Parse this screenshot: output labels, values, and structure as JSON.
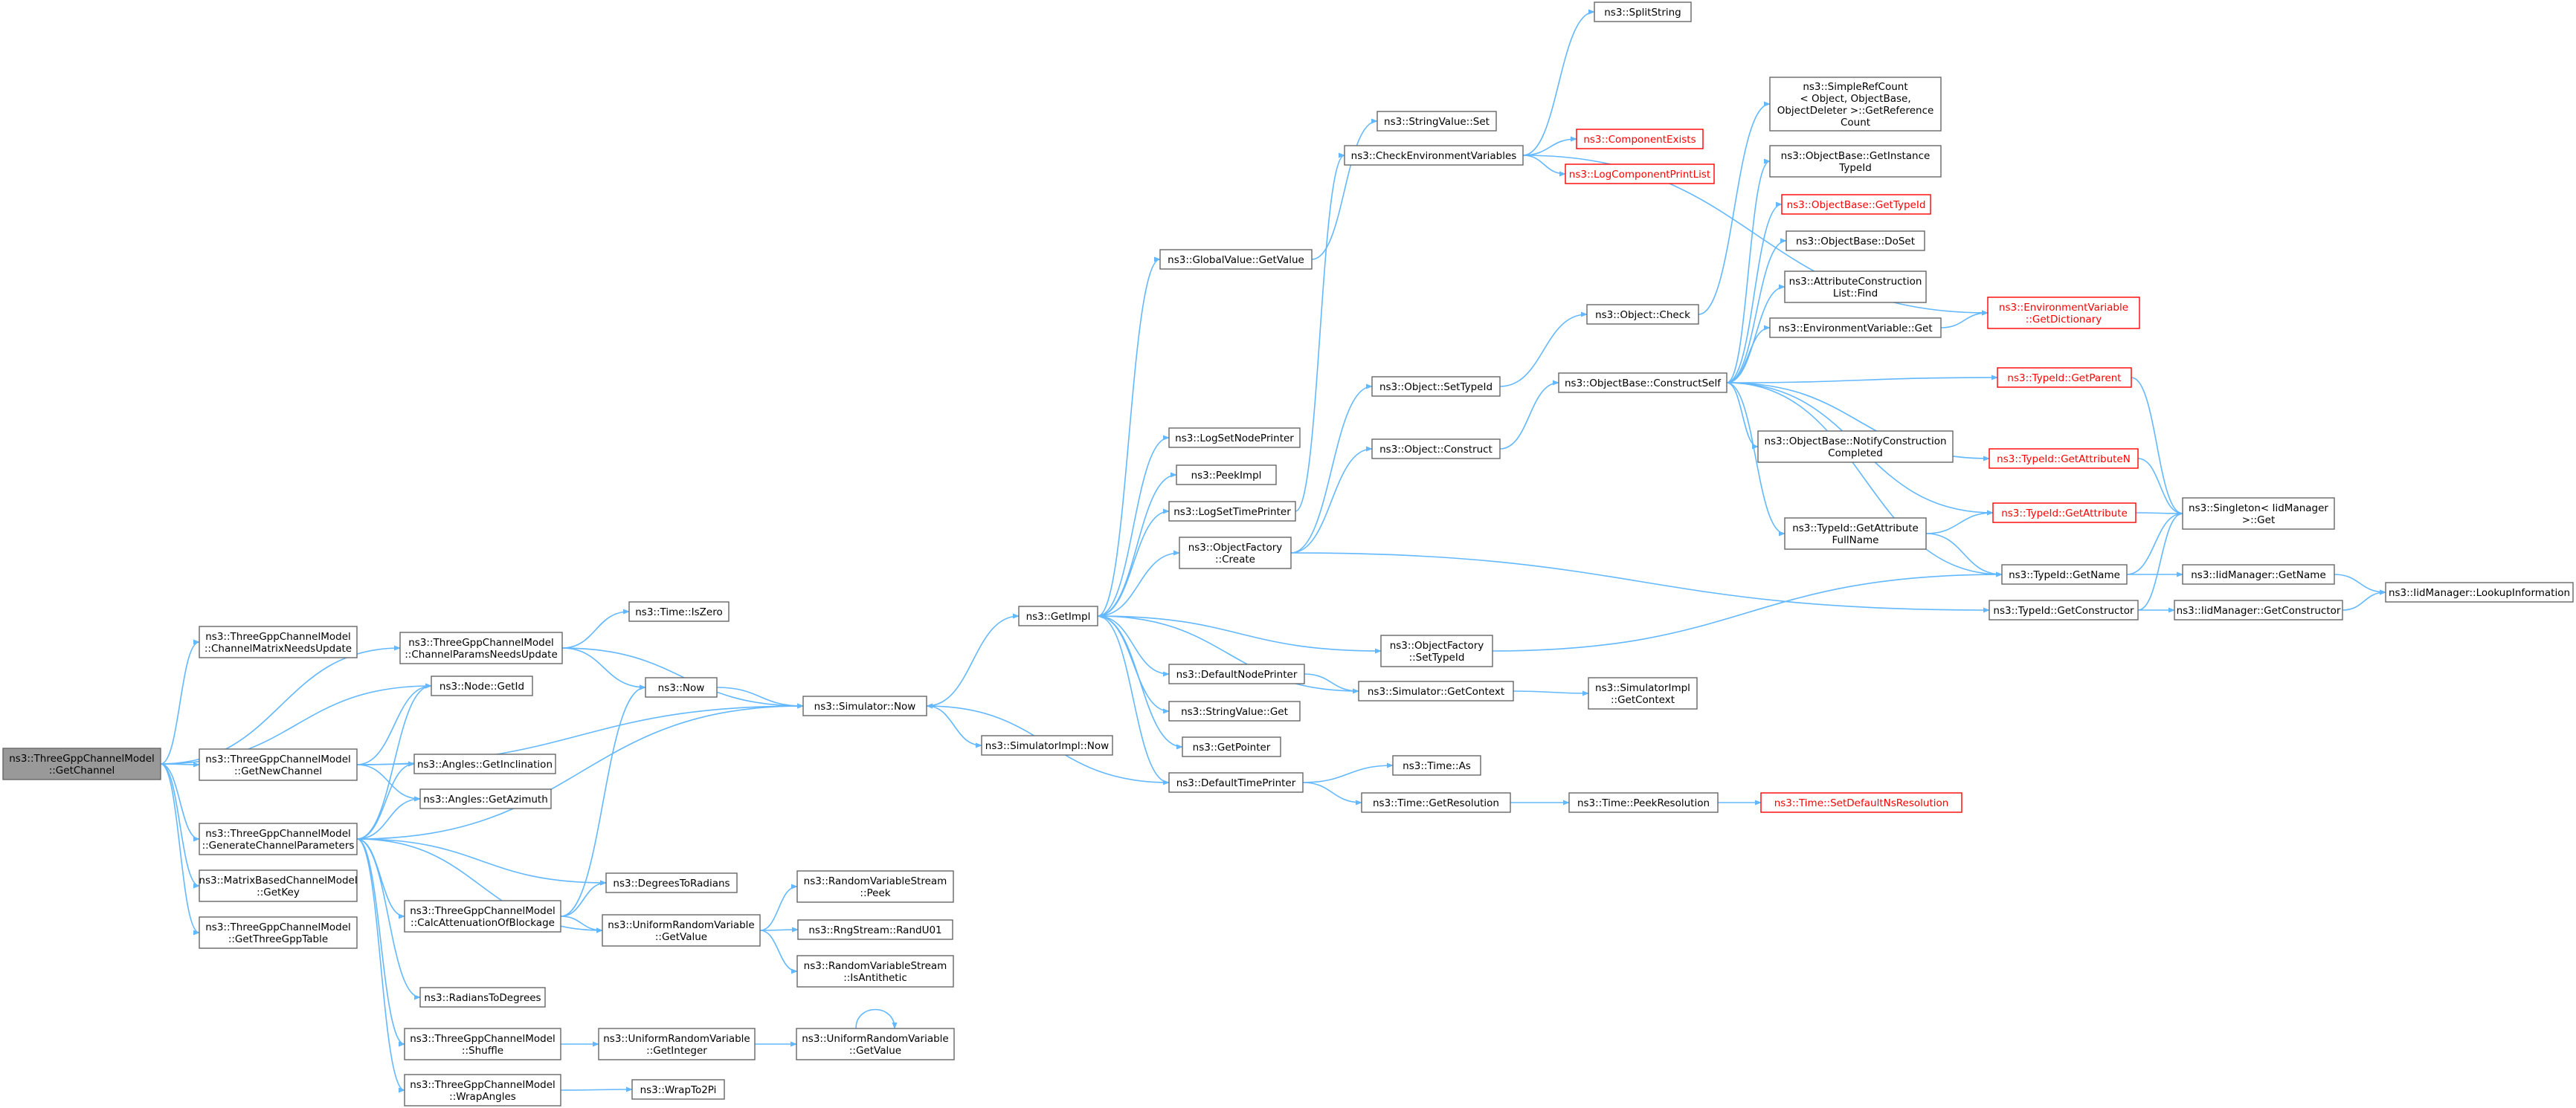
{
  "diagram": {
    "root": "GetChannel",
    "colors": {
      "edge": "#63b8ff",
      "node_border": "#666666",
      "root_fill": "#999999",
      "warning_border": "#ff0000",
      "warning_text": "#ff0000"
    },
    "nodes": {
      "GetChannel": {
        "lines": [
          "ns3::ThreeGppChannelModel",
          "::GetChannel"
        ],
        "style": "root"
      },
      "ChannelMatrixNeedsUpdate": {
        "lines": [
          "ns3::ThreeGppChannelModel",
          "::ChannelMatrixNeedsUpdate"
        ]
      },
      "ChannelParamsNeedsUpdate": {
        "lines": [
          "ns3::ThreeGppChannelModel",
          "::ChannelParamsNeedsUpdate"
        ]
      },
      "NodeGetId": {
        "lines": [
          "ns3::Node::GetId"
        ]
      },
      "GetNewChannel": {
        "lines": [
          "ns3::ThreeGppChannelModel",
          "::GetNewChannel"
        ]
      },
      "GetInclination": {
        "lines": [
          "ns3::Angles::GetInclination"
        ]
      },
      "GetAzimuth": {
        "lines": [
          "ns3::Angles::GetAzimuth"
        ]
      },
      "GenerateChannelParameters": {
        "lines": [
          "ns3::ThreeGppChannelModel",
          "::GenerateChannelParameters"
        ]
      },
      "MatrixGetKey": {
        "lines": [
          "ns3::MatrixBasedChannelModel",
          "::GetKey"
        ]
      },
      "GetThreeGppTable": {
        "lines": [
          "ns3::ThreeGppChannelModel",
          "::GetThreeGppTable"
        ]
      },
      "TimeIsZero": {
        "lines": [
          "ns3::Time::IsZero"
        ]
      },
      "Now": {
        "lines": [
          "ns3::Now"
        ]
      },
      "SimulatorNow": {
        "lines": [
          "ns3::Simulator::Now"
        ]
      },
      "SimulatorImplNow": {
        "lines": [
          "ns3::SimulatorImpl::Now"
        ]
      },
      "DegreesToRadians": {
        "lines": [
          "ns3::DegreesToRadians"
        ]
      },
      "CalcAttenuationOfBlockage": {
        "lines": [
          "ns3::ThreeGppChannelModel",
          "::CalcAttenuationOfBlockage"
        ]
      },
      "URVGetValue": {
        "lines": [
          "ns3::UniformRandomVariable",
          "::GetValue"
        ]
      },
      "RVSPeek": {
        "lines": [
          "ns3::RandomVariableStream",
          "::Peek"
        ]
      },
      "RandU01": {
        "lines": [
          "ns3::RngStream::RandU01"
        ]
      },
      "IsAntithetic": {
        "lines": [
          "ns3::RandomVariableStream",
          "::IsAntithetic"
        ]
      },
      "RadiansToDegrees": {
        "lines": [
          "ns3::RadiansToDegrees"
        ]
      },
      "Shuffle": {
        "lines": [
          "ns3::ThreeGppChannelModel",
          "::Shuffle"
        ]
      },
      "URVGetInteger": {
        "lines": [
          "ns3::UniformRandomVariable",
          "::GetInteger"
        ]
      },
      "URVGetValue2": {
        "lines": [
          "ns3::UniformRandomVariable",
          "::GetValue"
        ]
      },
      "WrapAngles": {
        "lines": [
          "ns3::ThreeGppChannelModel",
          "::WrapAngles"
        ]
      },
      "WrapTo2Pi": {
        "lines": [
          "ns3::WrapTo2Pi"
        ]
      },
      "GetImpl": {
        "lines": [
          "ns3::GetImpl"
        ]
      },
      "GlobalValueGetValue": {
        "lines": [
          "ns3::GlobalValue::GetValue"
        ]
      },
      "LogSetNodePrinter": {
        "lines": [
          "ns3::LogSetNodePrinter"
        ]
      },
      "PeekImpl": {
        "lines": [
          "ns3::PeekImpl"
        ]
      },
      "LogSetTimePrinter": {
        "lines": [
          "ns3::LogSetTimePrinter"
        ]
      },
      "ObjectFactoryCreate": {
        "lines": [
          "ns3::ObjectFactory",
          "::Create"
        ]
      },
      "ObjectFactorySetTypeId": {
        "lines": [
          "ns3::ObjectFactory",
          "::SetTypeId"
        ]
      },
      "DefaultNodePrinter": {
        "lines": [
          "ns3::DefaultNodePrinter"
        ]
      },
      "StringValueGet": {
        "lines": [
          "ns3::StringValue::Get"
        ]
      },
      "GetPointer": {
        "lines": [
          "ns3::GetPointer"
        ]
      },
      "DefaultTimePrinter": {
        "lines": [
          "ns3::DefaultTimePrinter"
        ]
      },
      "StringValueSet": {
        "lines": [
          "ns3::StringValue::Set"
        ]
      },
      "CheckEnvironmentVariables": {
        "lines": [
          "ns3::CheckEnvironmentVariables"
        ]
      },
      "ObjectSetTypeId": {
        "lines": [
          "ns3::Object::SetTypeId"
        ]
      },
      "ObjectConstruct": {
        "lines": [
          "ns3::Object::Construct"
        ]
      },
      "SimulatorGetContext": {
        "lines": [
          "ns3::Simulator::GetContext"
        ]
      },
      "TimeAs": {
        "lines": [
          "ns3::Time::As"
        ]
      },
      "TimeGetResolution": {
        "lines": [
          "ns3::Time::GetResolution"
        ]
      },
      "SplitString": {
        "lines": [
          "ns3::SplitString"
        ]
      },
      "ComponentExists": {
        "lines": [
          "ns3::ComponentExists"
        ],
        "style": "warning"
      },
      "LogComponentPrintList": {
        "lines": [
          "ns3::LogComponentPrintList"
        ],
        "style": "warning"
      },
      "ObjectCheck": {
        "lines": [
          "ns3::Object::Check"
        ]
      },
      "ConstructSelf": {
        "lines": [
          "ns3::ObjectBase::ConstructSelf"
        ]
      },
      "SimulatorImplGetContext": {
        "lines": [
          "ns3::SimulatorImpl",
          "::GetContext"
        ]
      },
      "TimePeekResolution": {
        "lines": [
          "ns3::Time::PeekResolution"
        ]
      },
      "SetDefaultNsResolution": {
        "lines": [
          "ns3::Time::SetDefaultNsResolution"
        ],
        "style": "warning"
      },
      "SimpleRefCount": {
        "lines": [
          "ns3::SimpleRefCount",
          "< Object, ObjectBase,",
          "ObjectDeleter >::GetReference",
          "Count"
        ]
      },
      "GetInstanceTypeId": {
        "lines": [
          "ns3::ObjectBase::GetInstance",
          "TypeId"
        ]
      },
      "ObjectBaseGetTypeId": {
        "lines": [
          "ns3::ObjectBase::GetTypeId"
        ],
        "style": "warning"
      },
      "ObjectBaseDoSet": {
        "lines": [
          "ns3::ObjectBase::DoSet"
        ]
      },
      "AttributeConstructionListFind": {
        "lines": [
          "ns3::AttributeConstruction",
          "List::Find"
        ]
      },
      "EnvironmentVariableGet": {
        "lines": [
          "ns3::EnvironmentVariable::Get"
        ]
      },
      "NotifyConstructionCompleted": {
        "lines": [
          "ns3::ObjectBase::NotifyConstruction",
          "Completed"
        ]
      },
      "GetAttributeFullName": {
        "lines": [
          "ns3::TypeId::GetAttribute",
          "FullName"
        ]
      },
      "TypeIdGetParent": {
        "lines": [
          "ns3::TypeId::GetParent"
        ],
        "style": "warning"
      },
      "TypeIdGetAttributeN": {
        "lines": [
          "ns3::TypeId::GetAttributeN"
        ],
        "style": "warning"
      },
      "TypeIdGetAttribute": {
        "lines": [
          "ns3::TypeId::GetAttribute"
        ],
        "style": "warning"
      },
      "TypeIdGetName": {
        "lines": [
          "ns3::TypeId::GetName"
        ]
      },
      "TypeIdGetConstructor": {
        "lines": [
          "ns3::TypeId::GetConstructor"
        ]
      },
      "EnvVarGetDictionary": {
        "lines": [
          "ns3::EnvironmentVariable",
          "::GetDictionary"
        ],
        "style": "warning"
      },
      "SingletonGet": {
        "lines": [
          "ns3::Singleton< IidManager",
          " >::Get"
        ]
      },
      "IidManagerGetName": {
        "lines": [
          "ns3::IidManager::GetName"
        ]
      },
      "IidManagerGetConstructor": {
        "lines": [
          "ns3::IidManager::GetConstructor"
        ]
      },
      "LookupInformation": {
        "lines": [
          "ns3::IidManager::LookupInformation"
        ]
      }
    },
    "edges": [
      [
        "GetChannel",
        "ChannelMatrixNeedsUpdate"
      ],
      [
        "GetChannel",
        "ChannelParamsNeedsUpdate"
      ],
      [
        "GetChannel",
        "NodeGetId"
      ],
      [
        "GetChannel",
        "GetNewChannel"
      ],
      [
        "GetChannel",
        "GenerateChannelParameters"
      ],
      [
        "GetChannel",
        "MatrixGetKey"
      ],
      [
        "GetChannel",
        "GetThreeGppTable"
      ],
      [
        "ChannelParamsNeedsUpdate",
        "TimeIsZero"
      ],
      [
        "ChannelParamsNeedsUpdate",
        "Now"
      ],
      [
        "ChannelParamsNeedsUpdate",
        "SimulatorNow"
      ],
      [
        "GetNewChannel",
        "NodeGetId"
      ],
      [
        "GetNewChannel",
        "SimulatorNow"
      ],
      [
        "GetNewChannel",
        "GetInclination"
      ],
      [
        "GetNewChannel",
        "GetAzimuth"
      ],
      [
        "GenerateChannelParameters",
        "NodeGetId"
      ],
      [
        "GenerateChannelParameters",
        "GetInclination"
      ],
      [
        "GenerateChannelParameters",
        "GetAzimuth"
      ],
      [
        "GenerateChannelParameters",
        "SimulatorNow"
      ],
      [
        "GenerateChannelParameters",
        "DegreesToRadians"
      ],
      [
        "GenerateChannelParameters",
        "CalcAttenuationOfBlockage"
      ],
      [
        "GenerateChannelParameters",
        "URVGetValue"
      ],
      [
        "GenerateChannelParameters",
        "RadiansToDegrees"
      ],
      [
        "GenerateChannelParameters",
        "Shuffle"
      ],
      [
        "GenerateChannelParameters",
        "WrapAngles"
      ],
      [
        "CalcAttenuationOfBlockage",
        "Now"
      ],
      [
        "CalcAttenuationOfBlockage",
        "DegreesToRadians"
      ],
      [
        "CalcAttenuationOfBlockage",
        "URVGetValue"
      ],
      [
        "URVGetValue",
        "RVSPeek"
      ],
      [
        "URVGetValue",
        "RandU01"
      ],
      [
        "URVGetValue",
        "IsAntithetic"
      ],
      [
        "Shuffle",
        "URVGetInteger"
      ],
      [
        "URVGetInteger",
        "URVGetValue2"
      ],
      [
        "URVGetValue2",
        "URVGetValue2"
      ],
      [
        "WrapAngles",
        "WrapTo2Pi"
      ],
      [
        "Now",
        "SimulatorNow"
      ],
      [
        "SimulatorNow",
        "GetImpl"
      ],
      [
        "SimulatorNow",
        "SimulatorImplNow"
      ],
      [
        "GetImpl",
        "GlobalValueGetValue"
      ],
      [
        "GetImpl",
        "LogSetNodePrinter"
      ],
      [
        "GetImpl",
        "PeekImpl"
      ],
      [
        "GetImpl",
        "LogSetTimePrinter"
      ],
      [
        "GetImpl",
        "ObjectFactoryCreate"
      ],
      [
        "GetImpl",
        "ObjectFactorySetTypeId"
      ],
      [
        "GetImpl",
        "DefaultNodePrinter"
      ],
      [
        "GetImpl",
        "StringValueGet"
      ],
      [
        "GetImpl",
        "GetPointer"
      ],
      [
        "GetImpl",
        "DefaultTimePrinter"
      ],
      [
        "GlobalValueGetValue",
        "StringValueSet"
      ],
      [
        "LogSetTimePrinter",
        "CheckEnvironmentVariables"
      ],
      [
        "ObjectFactoryCreate",
        "ObjectSetTypeId"
      ],
      [
        "ObjectFactoryCreate",
        "ObjectConstruct"
      ],
      [
        "ObjectFactoryCreate",
        "TypeIdGetConstructor"
      ],
      [
        "ObjectFactorySetTypeId",
        "TypeIdGetName"
      ],
      [
        "DefaultNodePrinter",
        "SimulatorGetContext"
      ],
      [
        "DefaultTimePrinter",
        "SimulatorNow"
      ],
      [
        "DefaultTimePrinter",
        "TimeAs"
      ],
      [
        "DefaultTimePrinter",
        "TimeGetResolution"
      ],
      [
        "CheckEnvironmentVariables",
        "SplitString"
      ],
      [
        "CheckEnvironmentVariables",
        "ComponentExists"
      ],
      [
        "CheckEnvironmentVariables",
        "LogComponentPrintList"
      ],
      [
        "CheckEnvironmentVariables",
        "EnvVarGetDictionary"
      ],
      [
        "ObjectSetTypeId",
        "ObjectCheck"
      ],
      [
        "ObjectConstruct",
        "ConstructSelf"
      ],
      [
        "SimulatorGetContext",
        "GetImpl"
      ],
      [
        "SimulatorGetContext",
        "SimulatorImplGetContext"
      ],
      [
        "TimeGetResolution",
        "TimePeekResolution"
      ],
      [
        "TimePeekResolution",
        "SetDefaultNsResolution"
      ],
      [
        "ObjectCheck",
        "SimpleRefCount"
      ],
      [
        "ConstructSelf",
        "GetInstanceTypeId"
      ],
      [
        "ConstructSelf",
        "ObjectBaseGetTypeId"
      ],
      [
        "ConstructSelf",
        "ObjectBaseDoSet"
      ],
      [
        "ConstructSelf",
        "AttributeConstructionListFind"
      ],
      [
        "ConstructSelf",
        "EnvironmentVariableGet"
      ],
      [
        "ConstructSelf",
        "TypeIdGetParent"
      ],
      [
        "ConstructSelf",
        "NotifyConstructionCompleted"
      ],
      [
        "ConstructSelf",
        "TypeIdGetAttributeN"
      ],
      [
        "ConstructSelf",
        "GetAttributeFullName"
      ],
      [
        "ConstructSelf",
        "TypeIdGetAttribute"
      ],
      [
        "ConstructSelf",
        "TypeIdGetName"
      ],
      [
        "EnvironmentVariableGet",
        "EnvVarGetDictionary"
      ],
      [
        "GetAttributeFullName",
        "TypeIdGetAttribute"
      ],
      [
        "GetAttributeFullName",
        "TypeIdGetName"
      ],
      [
        "TypeIdGetParent",
        "SingletonGet"
      ],
      [
        "TypeIdGetAttributeN",
        "SingletonGet"
      ],
      [
        "TypeIdGetAttribute",
        "SingletonGet"
      ],
      [
        "TypeIdGetName",
        "SingletonGet"
      ],
      [
        "TypeIdGetName",
        "IidManagerGetName"
      ],
      [
        "TypeIdGetConstructor",
        "SingletonGet"
      ],
      [
        "TypeIdGetConstructor",
        "IidManagerGetConstructor"
      ],
      [
        "IidManagerGetName",
        "LookupInformation"
      ],
      [
        "IidManagerGetConstructor",
        "LookupInformation"
      ]
    ]
  }
}
